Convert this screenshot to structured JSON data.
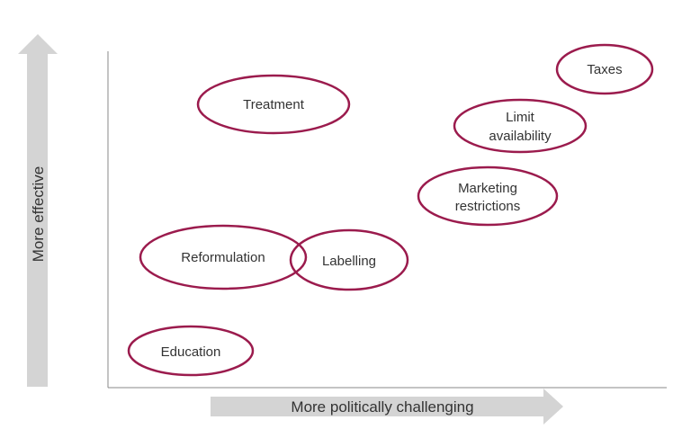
{
  "axes": {
    "y_label": "More effective",
    "x_label": "More politically challenging"
  },
  "items": [
    {
      "id": "taxes",
      "lines": [
        "Taxes"
      ]
    },
    {
      "id": "treatment",
      "lines": [
        "Treatment"
      ]
    },
    {
      "id": "limit-availability",
      "lines": [
        "Limit",
        "availability"
      ]
    },
    {
      "id": "marketing-restrictions",
      "lines": [
        "Marketing",
        "restrictions"
      ]
    },
    {
      "id": "reformulation",
      "lines": [
        "Reformulation"
      ]
    },
    {
      "id": "labelling",
      "lines": [
        "Labelling"
      ]
    },
    {
      "id": "education",
      "lines": [
        "Education"
      ]
    }
  ],
  "colors": {
    "ellipse_stroke": "#9b1b4d",
    "arrow_fill": "#d4d4d4",
    "axis_line": "#888888",
    "text": "#333333"
  }
}
